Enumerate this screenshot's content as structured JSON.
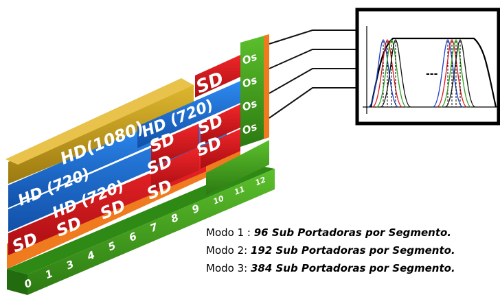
{
  "segments": [
    "0",
    "1",
    "3",
    "4",
    "5",
    "6",
    "7",
    "8",
    "9",
    "10",
    "11",
    "12"
  ],
  "layers": {
    "row_sd": [
      "SD",
      "SD",
      "SD",
      "SD"
    ],
    "row_sd_upper": [
      "SD",
      "SD"
    ],
    "row_sd_mid": [
      "SD",
      "SD"
    ],
    "row_sd_top": "SD",
    "hd720_a": "HD (720)",
    "hd720_b": "HD (720)",
    "hd720_c": "HD (720)",
    "hd1080": "HD(1080)",
    "os": [
      "Os",
      "Os",
      "Os",
      "Os"
    ]
  },
  "spectrum": {
    "ellipsis": "---"
  },
  "modes": [
    {
      "label": "Modo 1 : ",
      "value": "96 Sub Portadoras por Segmento."
    },
    {
      "label": "Modo 2: ",
      "value": "192 Sub Portadoras por Segmento."
    },
    {
      "label": "Modo 3: ",
      "value": "384 Sub Portadoras por Segmento."
    }
  ],
  "colors": {
    "green": "#3c9e1c",
    "red": "#d8141a",
    "blue": "#1a6fd6",
    "gold": "#c9a21a",
    "orange": "#f07a1e"
  }
}
